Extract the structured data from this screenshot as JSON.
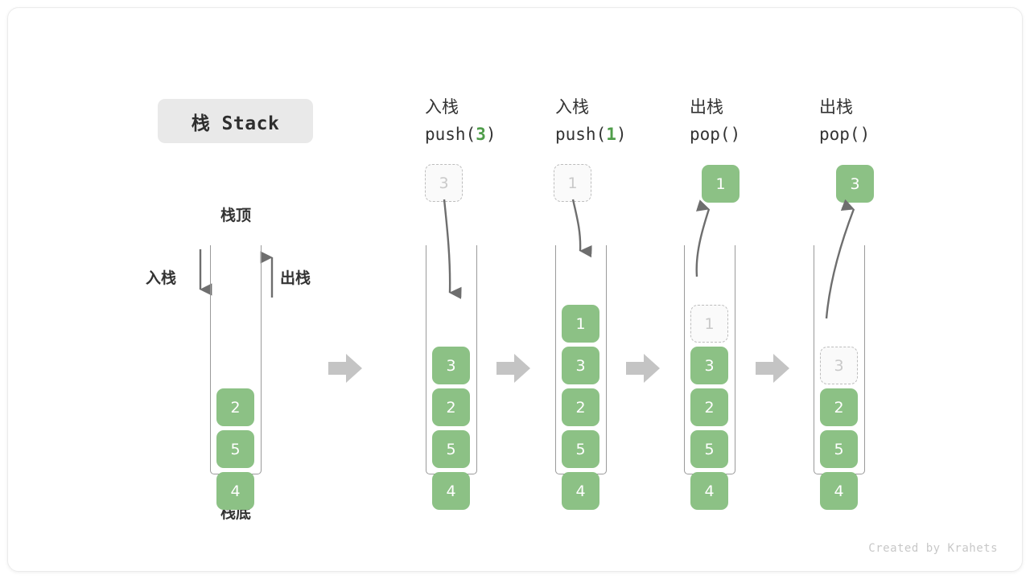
{
  "title": {
    "text": "栈 Stack"
  },
  "legend": {
    "top_label": "栈顶",
    "bottom_label": "栈底",
    "push_label": "入栈",
    "pop_label": "出栈"
  },
  "footer": {
    "credit": "Created by Krahets"
  },
  "colors": {
    "cell_fill": "#8cc185",
    "cell_text": "#ffffff",
    "ghost_fill": "#fafafa",
    "ghost_border": "#bdbdbd",
    "ghost_text": "#c9c9c9",
    "rail": "#9a9a9a",
    "arrow": "#6e6e6e",
    "flow_arrow": "#c4c4c4",
    "chip_bg": "#e9e9e9",
    "text": "#333333",
    "accent": "#4f9d4a"
  },
  "steps": [
    {
      "id": "initial",
      "cn": "",
      "code_prefix": "",
      "code_arg": "",
      "code_suffix": "",
      "stack": [
        "2",
        "5",
        "4"
      ],
      "ghost_in_stack": null,
      "incoming": null,
      "outgoing": null
    },
    {
      "id": "push-3",
      "cn": "入栈",
      "code_prefix": "push(",
      "code_arg": "3",
      "code_suffix": ")",
      "stack": [
        "3",
        "2",
        "5",
        "4"
      ],
      "ghost_in_stack": null,
      "incoming": "3",
      "outgoing": null
    },
    {
      "id": "push-1",
      "cn": "入栈",
      "code_prefix": "push(",
      "code_arg": "1",
      "code_suffix": ")",
      "stack": [
        "1",
        "3",
        "2",
        "5",
        "4"
      ],
      "ghost_in_stack": null,
      "incoming": "1",
      "outgoing": null
    },
    {
      "id": "pop-1",
      "cn": "出栈",
      "code_prefix": "pop(",
      "code_arg": "",
      "code_suffix": ")",
      "stack": [
        "3",
        "2",
        "5",
        "4"
      ],
      "ghost_in_stack": "1",
      "incoming": null,
      "outgoing": "1"
    },
    {
      "id": "pop-2",
      "cn": "出栈",
      "code_prefix": "pop(",
      "code_arg": "",
      "code_suffix": ")",
      "stack": [
        "2",
        "5",
        "4"
      ],
      "ghost_in_stack": "3",
      "incoming": null,
      "outgoing": "3"
    }
  ],
  "flow_arrows": [
    {
      "name": "flow-arrow-1"
    },
    {
      "name": "flow-arrow-2"
    },
    {
      "name": "flow-arrow-3"
    },
    {
      "name": "flow-arrow-4"
    }
  ]
}
